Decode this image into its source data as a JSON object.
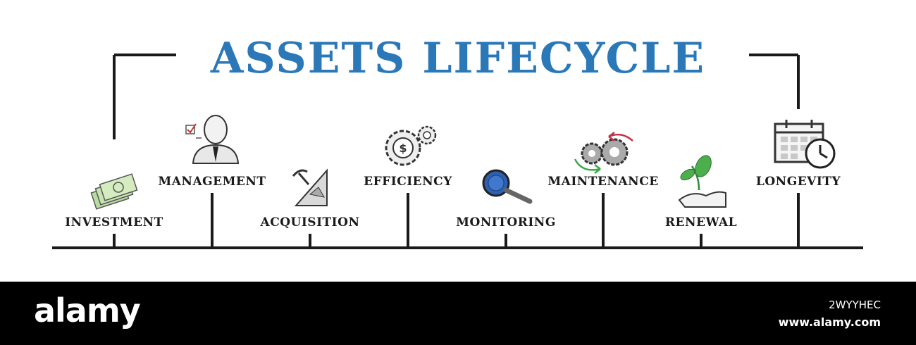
{
  "diagram": {
    "title": "ASSETS LIFECYCLE",
    "title_color": "#2a78b8",
    "steps": [
      {
        "label": "INVESTMENT",
        "icon": "money-icon"
      },
      {
        "label": "MANAGEMENT",
        "icon": "manager-icon"
      },
      {
        "label": "ACQUISITION",
        "icon": "mining-icon"
      },
      {
        "label": "EFFICIENCY",
        "icon": "gears-dollar-icon"
      },
      {
        "label": "MONITORING",
        "icon": "magnifier-icon"
      },
      {
        "label": "MAINTENANCE",
        "icon": "gears-cycle-icon"
      },
      {
        "label": "RENEWAL",
        "icon": "plant-hand-icon"
      },
      {
        "label": "LONGEVITY",
        "icon": "calendar-clock-icon"
      }
    ]
  },
  "footer": {
    "brand": "alamy",
    "image_code": "2WYYHEC",
    "url": "www.alamy.com"
  }
}
